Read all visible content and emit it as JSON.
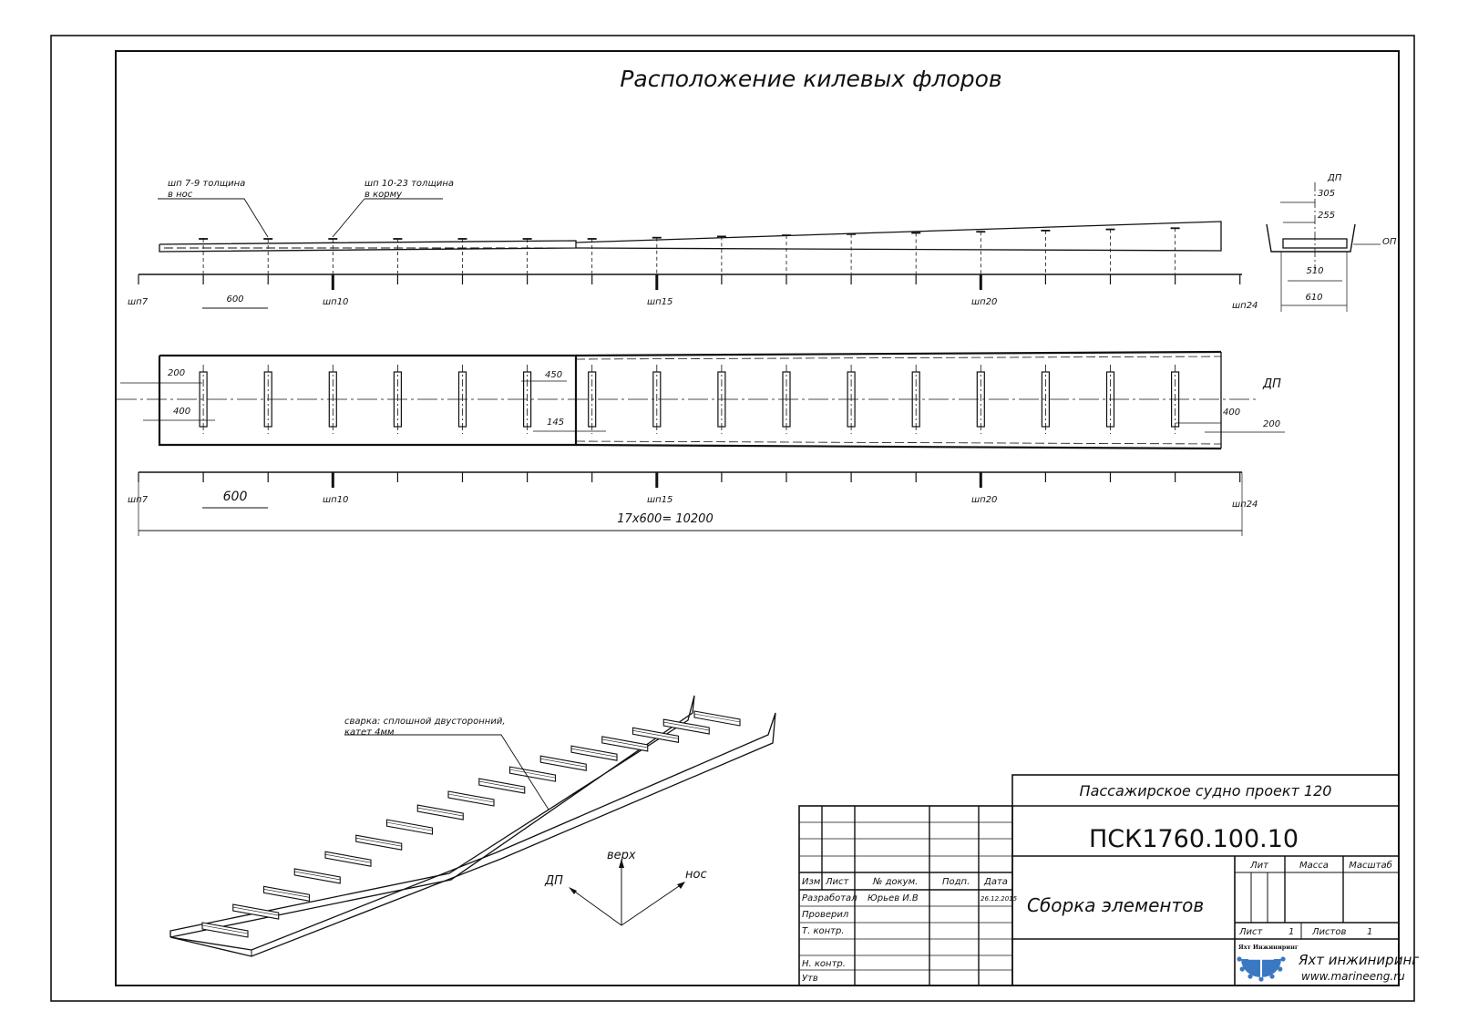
{
  "title": "Расположение килевых флоров",
  "side_view": {
    "note_left_line1": "шп 7-9 толщина",
    "note_left_line2": "в нос",
    "note_right_line1": "шп 10-23 толщина",
    "note_right_line2": "в корму",
    "dim_spacing": "600",
    "frame_labels": [
      "шп7",
      "шп10",
      "шп15",
      "шп20",
      "шп24"
    ]
  },
  "section_view": {
    "dp": "ДП",
    "op": "ОП",
    "dims": [
      "305",
      "255",
      "510",
      "610"
    ]
  },
  "plan_view": {
    "dp": "ДП",
    "dims_left": [
      "200",
      "400"
    ],
    "dims_mid": [
      "450",
      "145"
    ],
    "dims_right": [
      "400",
      "200"
    ],
    "dim_spacing": "600",
    "frame_labels": [
      "шп7",
      "шп10",
      "шп15",
      "шп20",
      "шп24"
    ],
    "total_dim": "17х600= 10200"
  },
  "iso_view": {
    "weld_note_line1": "сварка: сплошной двусторонний,",
    "weld_note_line2": "катет 4мм",
    "axis_up": "верх",
    "axis_dp": "ДП",
    "axis_bow": "нос"
  },
  "title_block": {
    "project": "Пассажирское судно проект 120",
    "doc_code": "ПСК1760.100.10",
    "doc_name": "Сборка элементов",
    "hdr_izm": "Изм",
    "hdr_list": "Лист",
    "hdr_ndoc": "№ докум.",
    "hdr_podp": "Подп.",
    "hdr_data": "Дата",
    "row_razrab": "Разработал",
    "row_razrab_name": "Юрьев И.В",
    "row_razrab_date": "26.12.2015",
    "row_prov": "Проверил",
    "row_tkontr": "Т. контр.",
    "row_nkontr": "Н. контр.",
    "row_utv": "Утв",
    "lit": "Лит",
    "massa": "Масса",
    "masshtab": "Масштаб",
    "sheet_label": "Лист",
    "sheet_value": "1",
    "sheets_label": "Листов",
    "sheets_value": "1",
    "logo_small": "Яхт Инжиниринг",
    "company": "Яхт инжиниринг",
    "website": "www.marineeng.ru"
  },
  "colors": {
    "line": "#111111",
    "logo_blue": "#3a78c2"
  }
}
